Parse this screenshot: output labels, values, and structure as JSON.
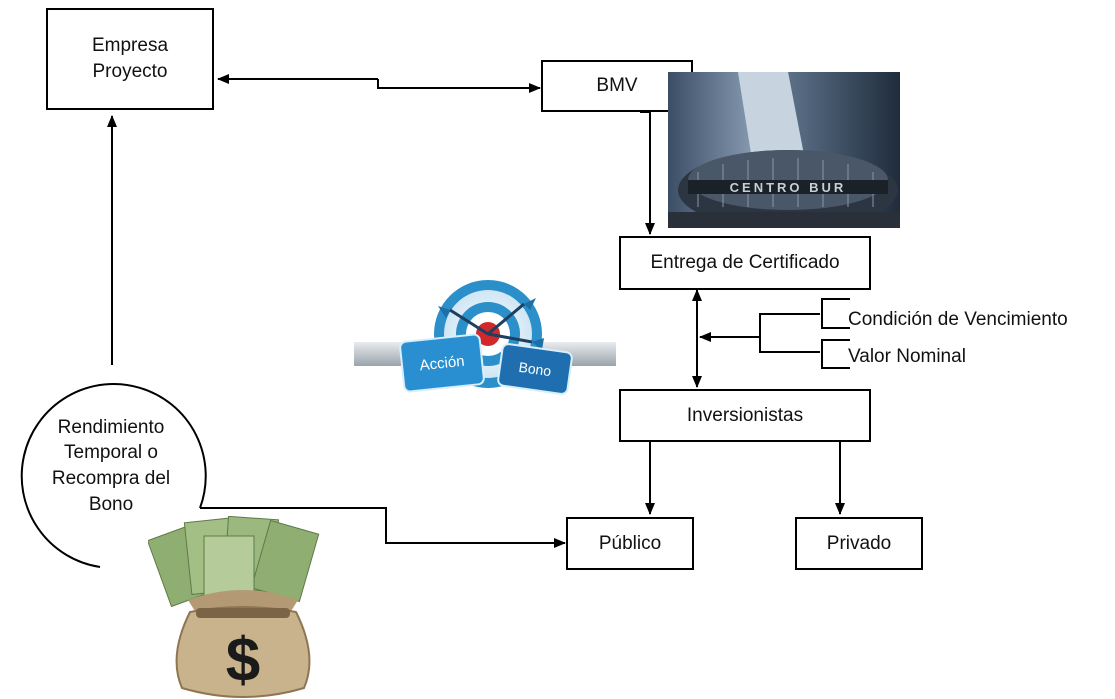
{
  "nodes": {
    "empresa": [
      "Empresa",
      "Proyecto"
    ],
    "bmv": "BMV",
    "entrega": "Entrega de Certificado",
    "inversionistas": "Inversionistas",
    "condicion": "Condición de Vencimiento",
    "valor": "Valor Nominal",
    "publico": "Público",
    "privado": "Privado",
    "rendimiento": [
      "Rendimiento",
      "Temporal o",
      "Recompra del",
      "Bono"
    ]
  },
  "images": {
    "building_sign": "CENTRO BUR",
    "card_accion": "Acción",
    "card_bono": "Bono",
    "money_symbol": "$"
  }
}
